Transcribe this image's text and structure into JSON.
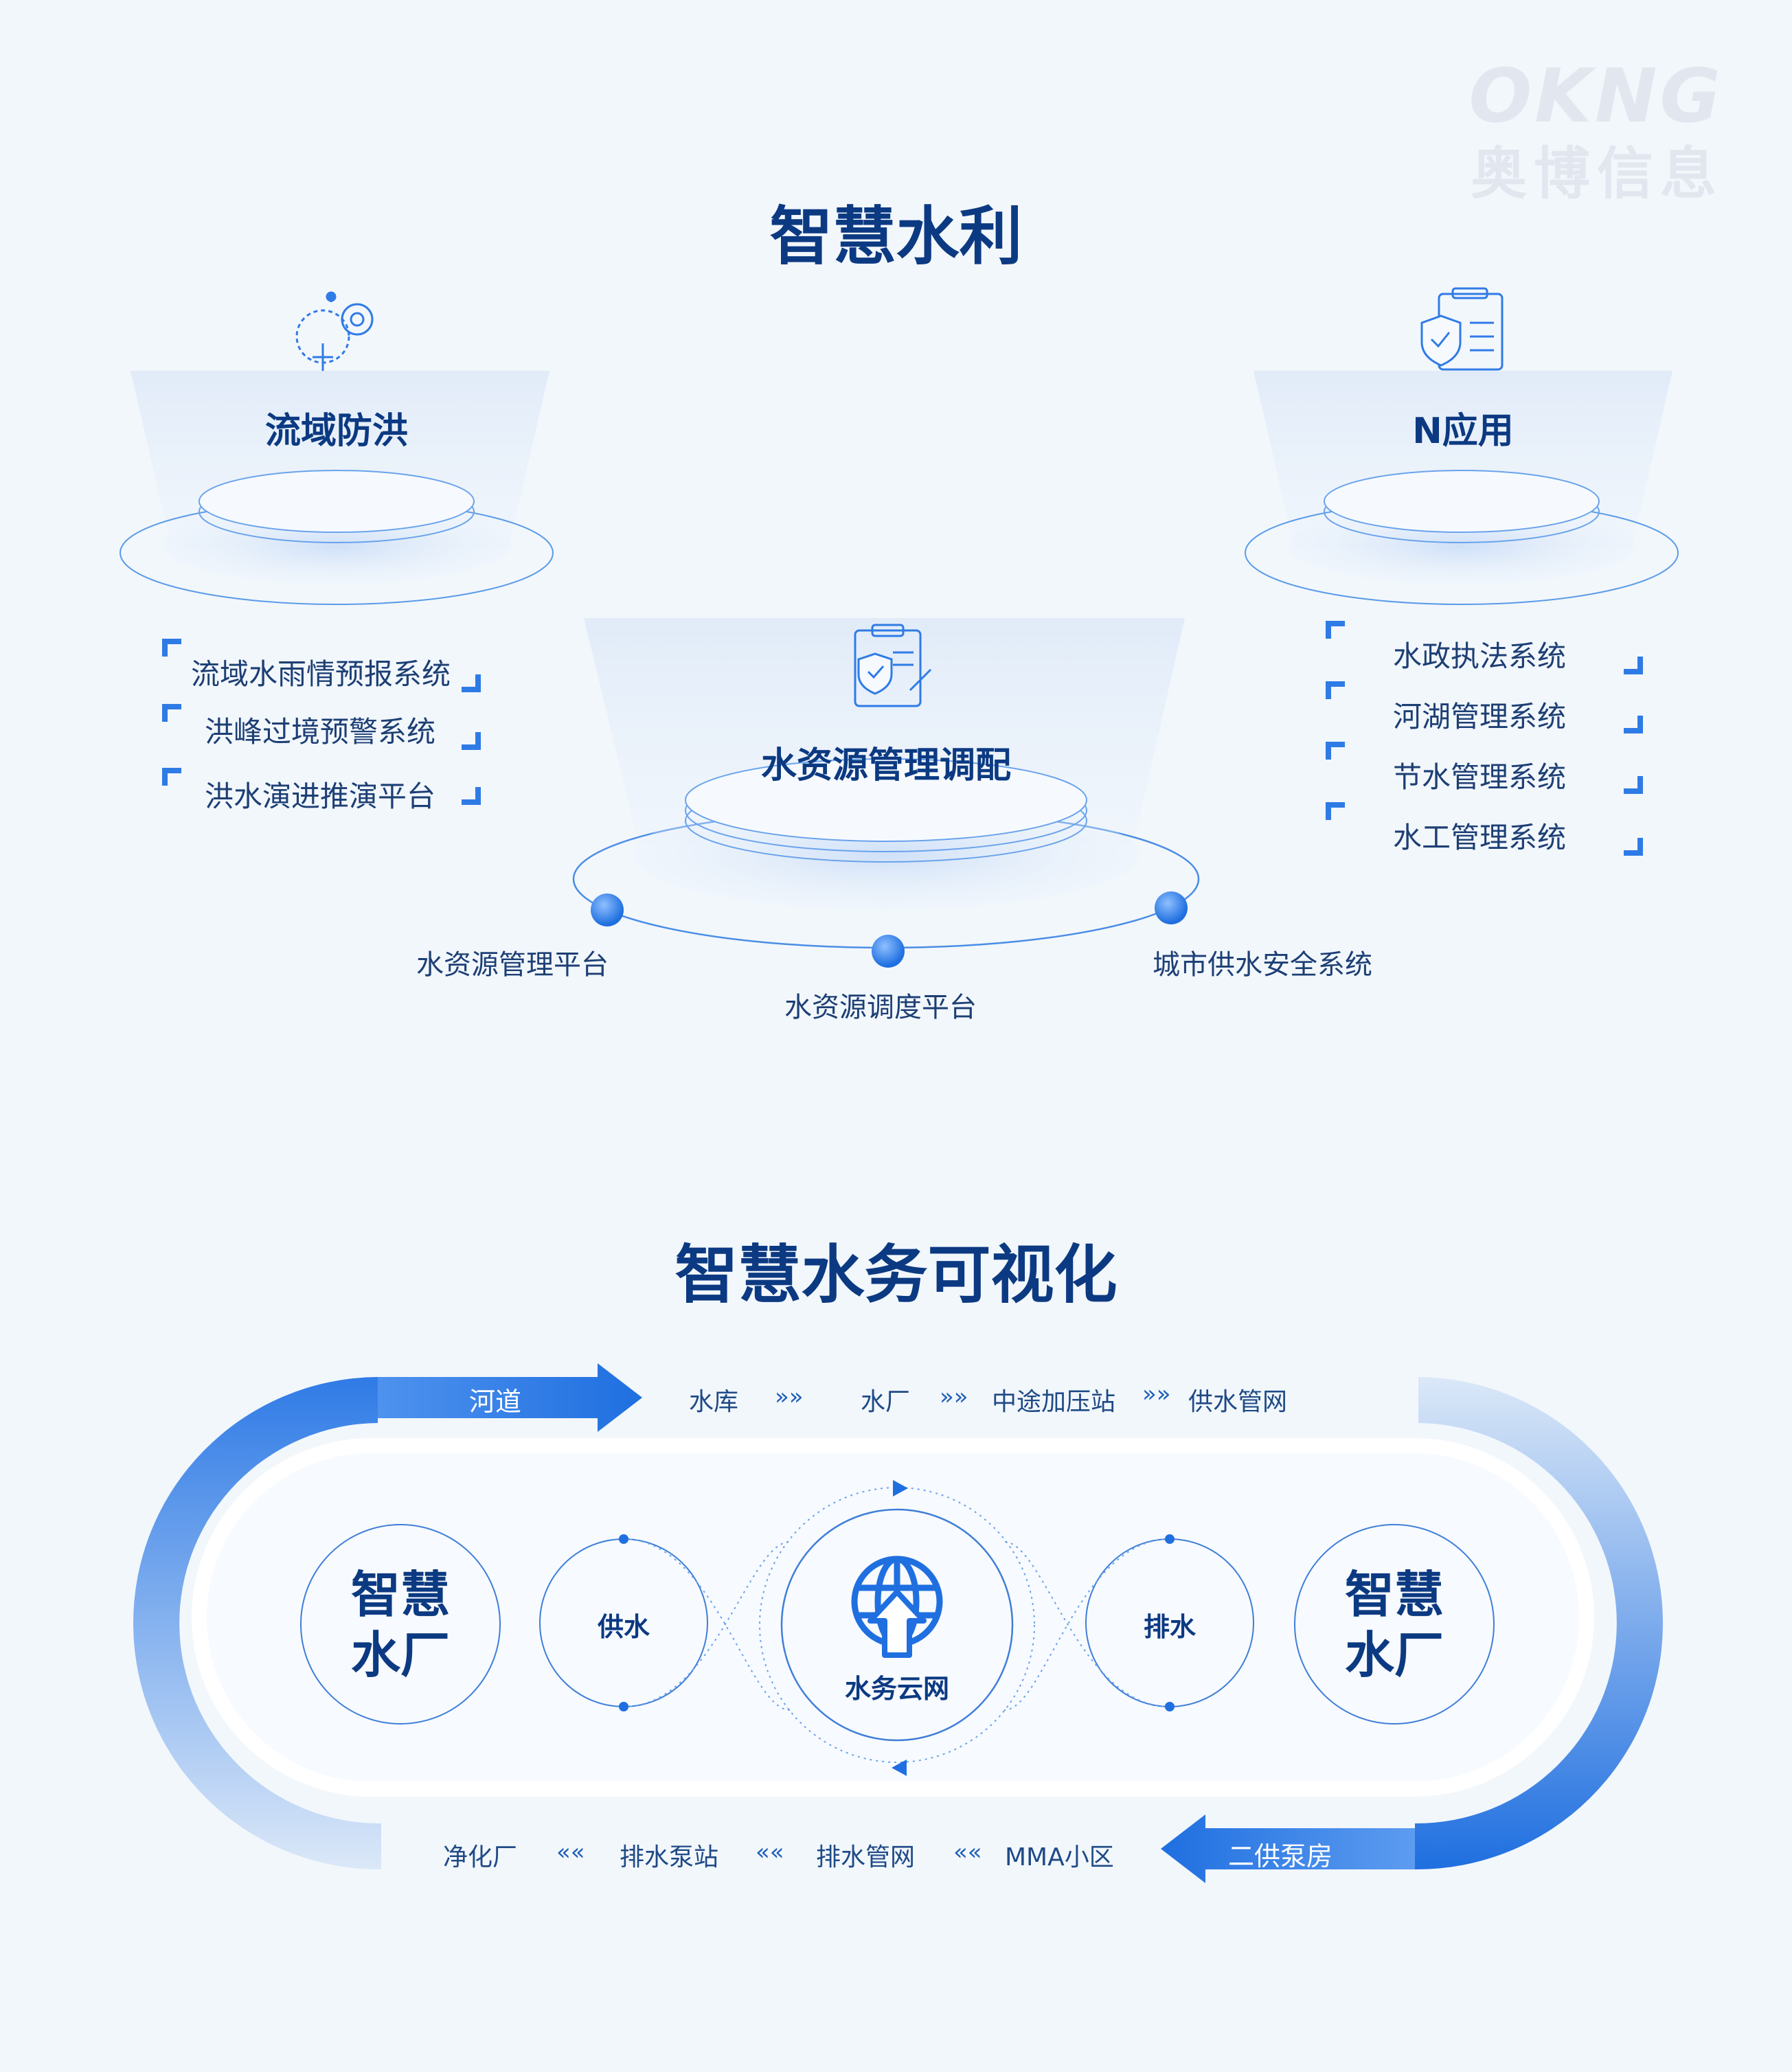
{
  "logo": {
    "wordmark": "OKNG",
    "name": "奥博信息"
  },
  "section1": {
    "title": "智慧水利",
    "left": {
      "title": "流域防洪",
      "icon": "gear-lightbulb-icon",
      "items": [
        "流域水雨情预报系统",
        "洪峰过境预警系统",
        "洪水演进推演平台"
      ]
    },
    "center": {
      "title": "水资源管理调配",
      "icon": "clipboard-shield-icon",
      "items": [
        "水资源管理平台",
        "水资源调度平台",
        "城市供水安全系统"
      ]
    },
    "right": {
      "title": "N应用",
      "icon": "document-shield-icon",
      "items": [
        "水政执法系统",
        "河湖管理系统",
        "节水管理系统",
        "水工管理系统"
      ]
    }
  },
  "section2": {
    "title": "智慧水务可视化",
    "top_arrow_label": "河道",
    "top_flow": [
      "水库",
      "水厂",
      "中途加压站",
      "供水管网"
    ],
    "bottom_arrow_label": "二供泵房",
    "bottom_flow": [
      "净化厂",
      "排水泵站",
      "排水管网",
      "MMA小区"
    ],
    "chevron_forward": "»»",
    "chevron_back": "««",
    "left_plant": [
      "智慧",
      "水厂"
    ],
    "right_plant": [
      "智慧",
      "水厂"
    ],
    "supply": "供水",
    "drain": "排水",
    "cloud": {
      "label": "水务云网",
      "icon": "globe-upload-icon"
    }
  },
  "colors": {
    "primary": "#0c3a82",
    "accent": "#1f6fe0",
    "background": "#f2f7fc"
  }
}
